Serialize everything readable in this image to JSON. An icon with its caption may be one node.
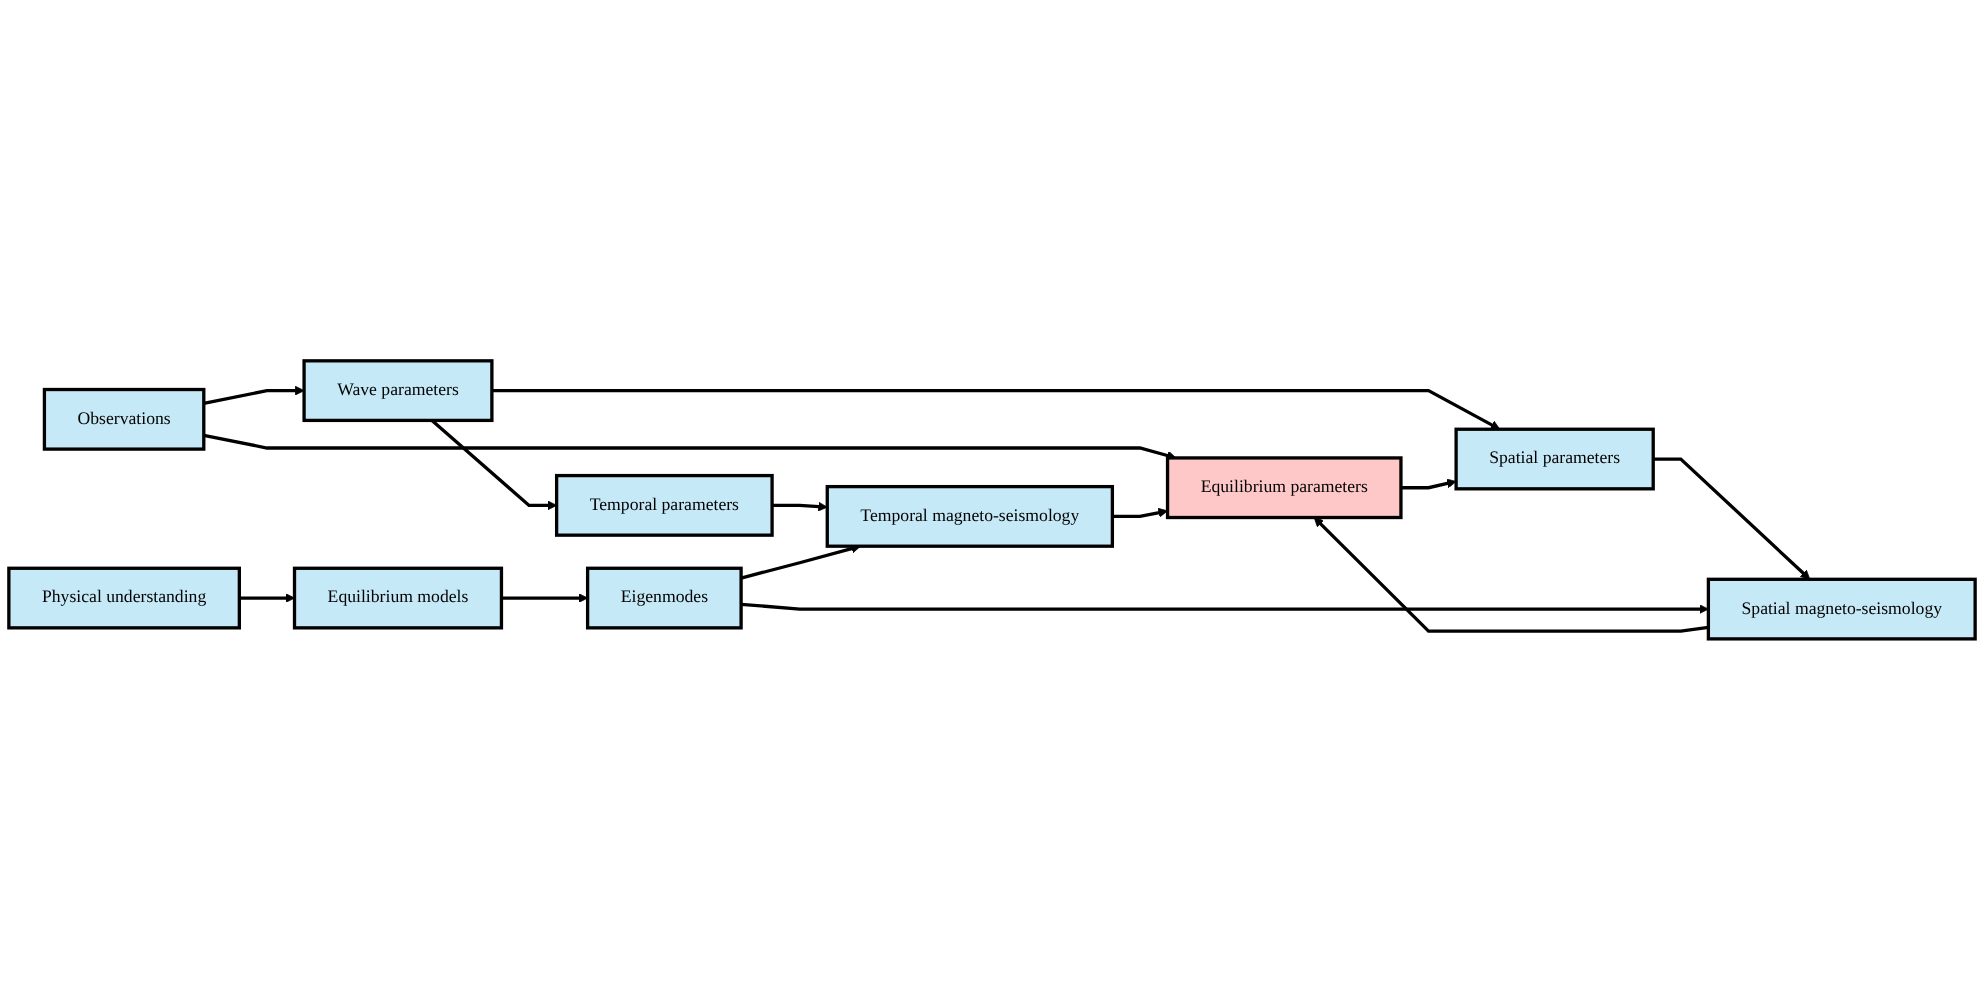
{
  "diagram": {
    "nodes": [
      {
        "text": [
          "Observations"
        ]
      },
      {
        "text": [
          "Wave parameters"
        ]
      },
      {
        "text": [
          "Temporal parameters"
        ]
      },
      {
        "text": [
          "Spatial parameters"
        ]
      },
      {
        "text": [
          "Equilibrium parameters"
        ]
      },
      {
        "text": [
          "Temporal magneto-seismology"
        ]
      },
      {
        "text": [
          "Spatial magneto-seismology"
        ]
      },
      {
        "text": [
          "Physical understanding"
        ]
      },
      {
        "text": [
          "Equilibrium models"
        ]
      },
      {
        "text": [
          "Eigenmodes"
        ]
      }
    ],
    "edges": [
      {
        "from": 0,
        "to": 1,
        "arrow": "to"
      },
      {
        "from": 0,
        "to": 4,
        "arrow": "to"
      },
      {
        "from": 1,
        "to": 2,
        "arrow": "to"
      },
      {
        "from": 1,
        "to": 3,
        "arrow": "to"
      },
      {
        "from": 2,
        "to": 5,
        "arrow": "to"
      },
      {
        "from": 4,
        "to": 3,
        "arrow": "to"
      },
      {
        "from": 5,
        "to": 4,
        "arrow": "to"
      },
      {
        "from": 3,
        "to": 6,
        "arrow": "to"
      },
      {
        "from": 6,
        "to": 4,
        "arrow": "to"
      },
      {
        "from": 7,
        "to": 8,
        "arrow": "to"
      },
      {
        "from": 8,
        "to": 9,
        "arrow": "to"
      },
      {
        "from": 9,
        "to": 5,
        "arrow": "to"
      },
      {
        "from": 9,
        "to": 6,
        "arrow": "to"
      }
    ]
  }
}
